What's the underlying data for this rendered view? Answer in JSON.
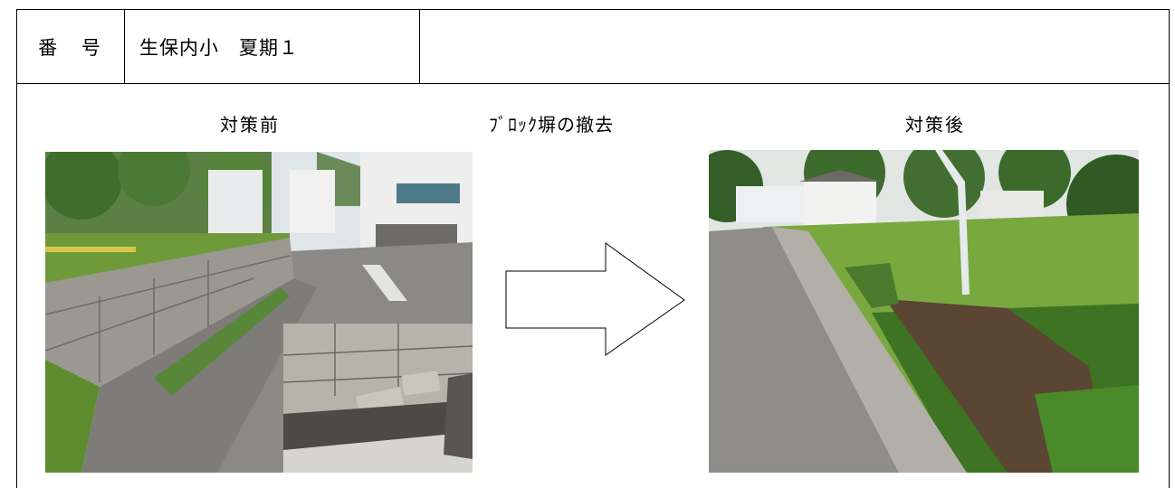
{
  "header": {
    "label": "番 号",
    "value": "生保内小　夏期１"
  },
  "captions": {
    "before": "対策前",
    "action": "ﾌﾞﾛｯｸ塀の撤去",
    "after": "対策後"
  },
  "colors": {
    "border": "#000000",
    "grass": "#4f8a2a",
    "asphalt": "#7b7b78",
    "concrete": "#a5a39c",
    "sky": "#dfe6ea"
  }
}
